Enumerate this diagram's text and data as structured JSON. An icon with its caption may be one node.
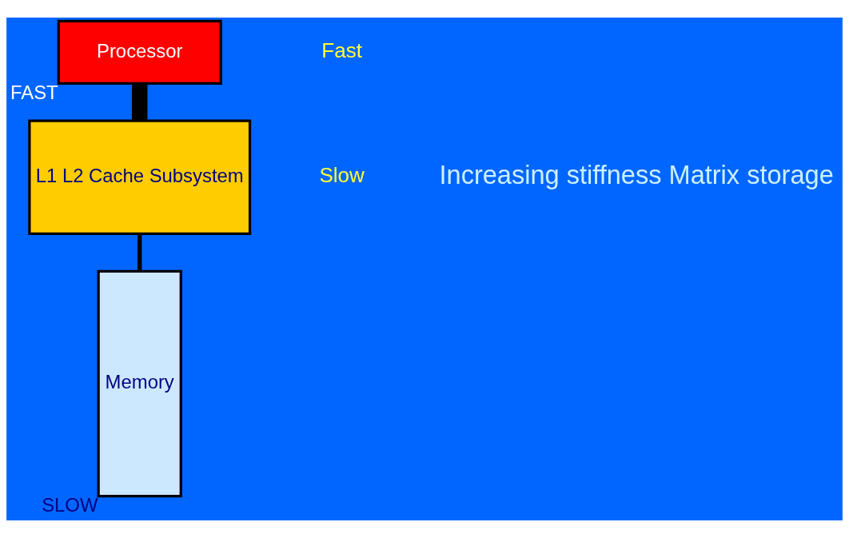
{
  "diagram": {
    "nodes": [
      {
        "text": [
          "Processor"
        ],
        "beside": [
          "FAST"
        ]
      },
      {
        "text": [
          "L1 L2 Cache Subsystem"
        ]
      },
      {
        "text": [
          "Memory"
        ],
        "beside": [
          "SLOW"
        ]
      }
    ],
    "edges": [
      {
        "from": 0,
        "to": 1,
        "arrow": "none",
        "style": "thick"
      },
      {
        "from": 1,
        "to": 2,
        "arrow": "none"
      }
    ],
    "labels": [
      "Fast",
      "Slow",
      "Increasing stiffness Matrix storage"
    ]
  }
}
